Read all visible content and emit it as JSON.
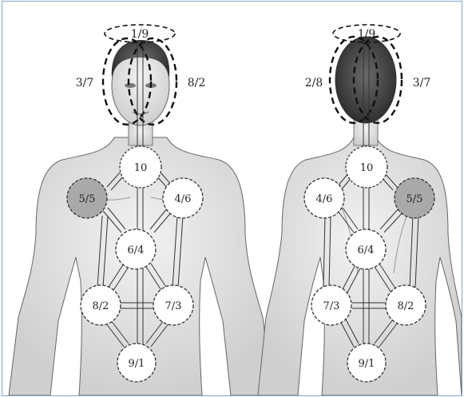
{
  "front": {
    "crown": "1/9",
    "head_left": "3/7",
    "head_right": "8/2",
    "nodes": [
      {
        "key": "c10",
        "label": "10",
        "shaded": false
      },
      {
        "key": "left_shoulder",
        "label": "5/5",
        "shaded": true
      },
      {
        "key": "right_shoulder",
        "label": "4/6",
        "shaded": false
      },
      {
        "key": "center",
        "label": "6/4",
        "shaded": false
      },
      {
        "key": "left_hip",
        "label": "8/2",
        "shaded": false
      },
      {
        "key": "right_hip",
        "label": "7/3",
        "shaded": false
      },
      {
        "key": "base",
        "label": "9/1",
        "shaded": false
      }
    ]
  },
  "back": {
    "crown": "1/9",
    "head_left": "2/8",
    "head_right": "3/7",
    "nodes": [
      {
        "key": "c10",
        "label": "10",
        "shaded": false
      },
      {
        "key": "left_shoulder",
        "label": "4/6",
        "shaded": false
      },
      {
        "key": "right_shoulder",
        "label": "5/5",
        "shaded": true
      },
      {
        "key": "center",
        "label": "6/4",
        "shaded": false
      },
      {
        "key": "left_hip",
        "label": "7/3",
        "shaded": false
      },
      {
        "key": "right_hip",
        "label": "8/2",
        "shaded": false
      },
      {
        "key": "base",
        "label": "9/1",
        "shaded": false
      }
    ]
  },
  "colors": {
    "shaded_node": "#a9a9a9",
    "skin": "#e6e6e6",
    "hair": "#4a4a4a",
    "frame": "#7fa3c9"
  }
}
